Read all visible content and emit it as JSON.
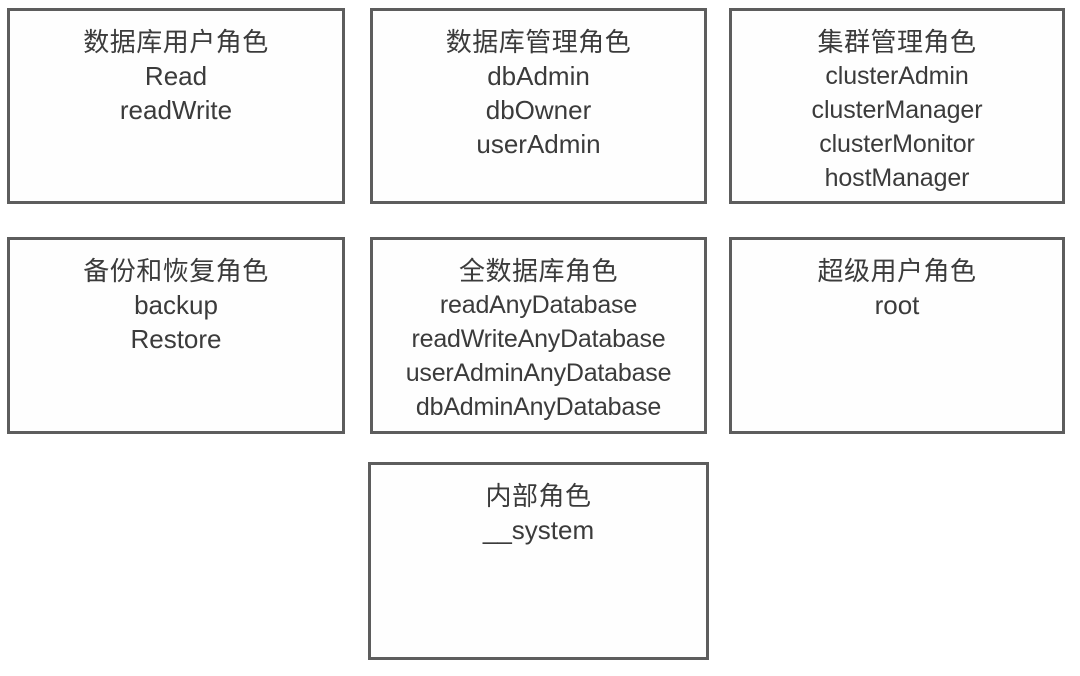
{
  "diagram": {
    "title_text_color": "#3b3b3b",
    "border_color": "#5d5d5d",
    "background_color": "#ffffff",
    "boxes": [
      {
        "id": "database-user-roles",
        "title": "数据库用户角色",
        "roles": [
          "Read",
          "readWrite"
        ]
      },
      {
        "id": "database-admin-roles",
        "title": "数据库管理角色",
        "roles": [
          "dbAdmin",
          "dbOwner",
          "userAdmin"
        ]
      },
      {
        "id": "cluster-admin-roles",
        "title": "集群管理角色",
        "roles": [
          "clusterAdmin",
          "clusterManager",
          "clusterMonitor",
          "hostManager"
        ]
      },
      {
        "id": "backup-restore-roles",
        "title": "备份和恢复角色",
        "roles": [
          "backup",
          "Restore"
        ]
      },
      {
        "id": "all-database-roles",
        "title": "全数据库角色",
        "roles": [
          "readAnyDatabase",
          "readWriteAnyDatabase",
          "userAdminAnyDatabase",
          "dbAdminAnyDatabase"
        ]
      },
      {
        "id": "superuser-roles",
        "title": "超级用户角色",
        "roles": [
          "root"
        ]
      },
      {
        "id": "internal-roles",
        "title": "内部角色",
        "roles": [
          "__system"
        ]
      }
    ]
  }
}
